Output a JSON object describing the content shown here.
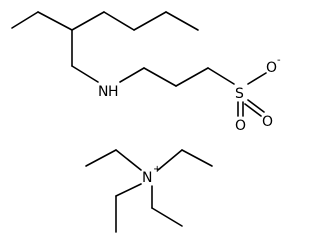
{
  "anion": {
    "atoms": {
      "amine_n": "N",
      "amine_h": "H",
      "sulfur": "S",
      "oxygen_top": "O",
      "oxygen_top_charge": "-",
      "oxygen_right": "O",
      "oxygen_bottom": "O"
    }
  },
  "cation": {
    "atoms": {
      "nitrogen": "N",
      "nitrogen_charge": "+"
    }
  }
}
